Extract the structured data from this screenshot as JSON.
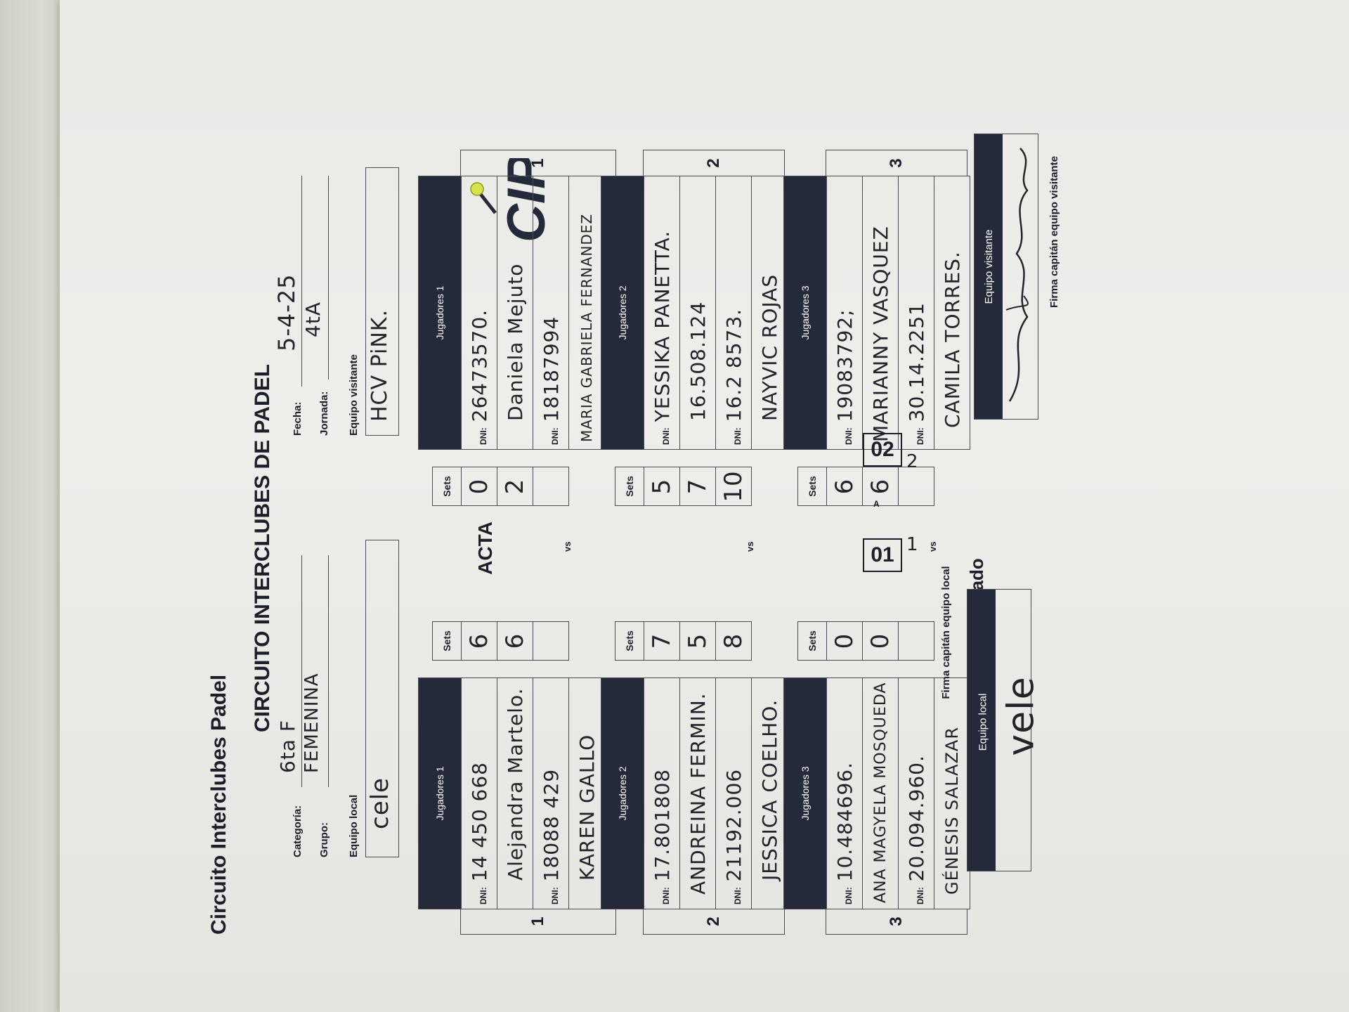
{
  "header": {
    "brand": "Circuito Interclubes Padel",
    "title": "CIRCUITO INTERCLUBES DE PADEL",
    "subtitle": "ACTA",
    "logo_text": "CIP"
  },
  "meta": {
    "categoria_label": "Categoría:",
    "categoria_value": "6ta F",
    "grupo_label": "Grupo:",
    "grupo_value": "FEMENINA",
    "equipo_local_label": "Equipo local",
    "equipo_local_value": "cele",
    "fecha_label": "Fecha:",
    "fecha_value": "5-4-25",
    "jornada_label": "Jornada:",
    "jornada_value": "4tA",
    "equipo_visitante_label": "Equipo visitante",
    "equipo_visitante_value": "HCV PiNK."
  },
  "labels": {
    "dni": "DNI:",
    "sets": "Sets",
    "vs": "vs"
  },
  "matches": [
    {
      "number": "1",
      "local_header": "Jugadores 1",
      "local_dni_1": "14 450 668",
      "local_name_1": "Alejandra Martelo.",
      "local_dni_2": "18088 429",
      "local_name_2": "KAREN GALLO",
      "local_sets": [
        "6",
        "6",
        ""
      ],
      "visit_sets": [
        "0",
        "2",
        ""
      ],
      "visit_header": "Jugadores 1",
      "visit_dni_1": "26473570.",
      "visit_name_1": "Daniela Mejuto",
      "visit_dni_2": "18187994",
      "visit_name_2": "MARIA GABRIELA FERNANDEZ"
    },
    {
      "number": "2",
      "local_header": "Jugadores 2",
      "local_dni_1": "17.801808",
      "local_name_1": "ANDREINA FERMIN.",
      "local_dni_2": "21192.006",
      "local_name_2": "JESSICA COELHO.",
      "local_sets": [
        "7",
        "5",
        "8"
      ],
      "visit_sets": [
        "5",
        "7",
        "10"
      ],
      "visit_header": "Jugadores 2",
      "visit_dni_1": "YESSIKA PANETTA.",
      "visit_name_1": "16.508.124",
      "visit_dni_2": "16.2 8573.",
      "visit_name_2": "NAYVIC ROJAS"
    },
    {
      "number": "3",
      "local_header": "Jugadores 3",
      "local_dni_1": "10.484696.",
      "local_name_1": "ANA MAGYELA MOSQUEDA",
      "local_dni_2": "20.094.960.",
      "local_name_2": "GÉNESIS SALAZAR",
      "local_sets": [
        "0",
        "0",
        ""
      ],
      "visit_sets": [
        "6",
        "6",
        ""
      ],
      "visit_header": "Jugadores 3",
      "visit_dni_1": "19083792;",
      "visit_name_1": "MARIANNY VASQUEZ",
      "visit_dni_2": "30.14.2251",
      "visit_name_2": "CAMILA TORRES."
    }
  ],
  "resultado": {
    "label": "Resultado",
    "local_score": "01",
    "separator": "A",
    "visit_score": "02",
    "local_hand": "1",
    "visit_hand": "2"
  },
  "signatures": {
    "local_header": "Equipo local",
    "local_caption": "Firma capitán equipo local",
    "visit_header": "Equipo visitante",
    "visit_caption": "Firma capitán equipo visitante"
  },
  "colors": {
    "dark_header": "#252a3b",
    "ink": "#22232b",
    "logo_yellow": "#d6e34a"
  }
}
